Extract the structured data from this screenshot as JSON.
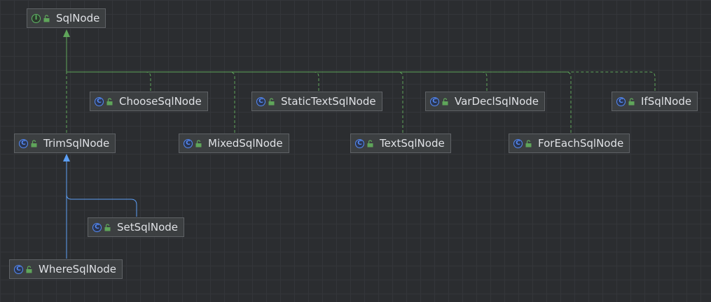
{
  "nodes": {
    "sqlnode": {
      "label": "SqlNode",
      "kind": "I"
    },
    "choose": {
      "label": "ChooseSqlNode",
      "kind": "C"
    },
    "statictext": {
      "label": "StaticTextSqlNode",
      "kind": "C"
    },
    "vardecl": {
      "label": "VarDeclSqlNode",
      "kind": "C"
    },
    "if": {
      "label": "IfSqlNode",
      "kind": "C"
    },
    "trim": {
      "label": "TrimSqlNode",
      "kind": "C"
    },
    "mixed": {
      "label": "MixedSqlNode",
      "kind": "C"
    },
    "text": {
      "label": "TextSqlNode",
      "kind": "C"
    },
    "foreach": {
      "label": "ForEachSqlNode",
      "kind": "C"
    },
    "set": {
      "label": "SetSqlNode",
      "kind": "C"
    },
    "where": {
      "label": "WhereSqlNode",
      "kind": "C"
    }
  },
  "colors": {
    "implements": "#5fa55a",
    "extends": "#5c9ff5",
    "background": "#2b2d30",
    "node_fill": "#3c3f41",
    "node_border": "#5f6266",
    "text": "#dfe1e5"
  }
}
